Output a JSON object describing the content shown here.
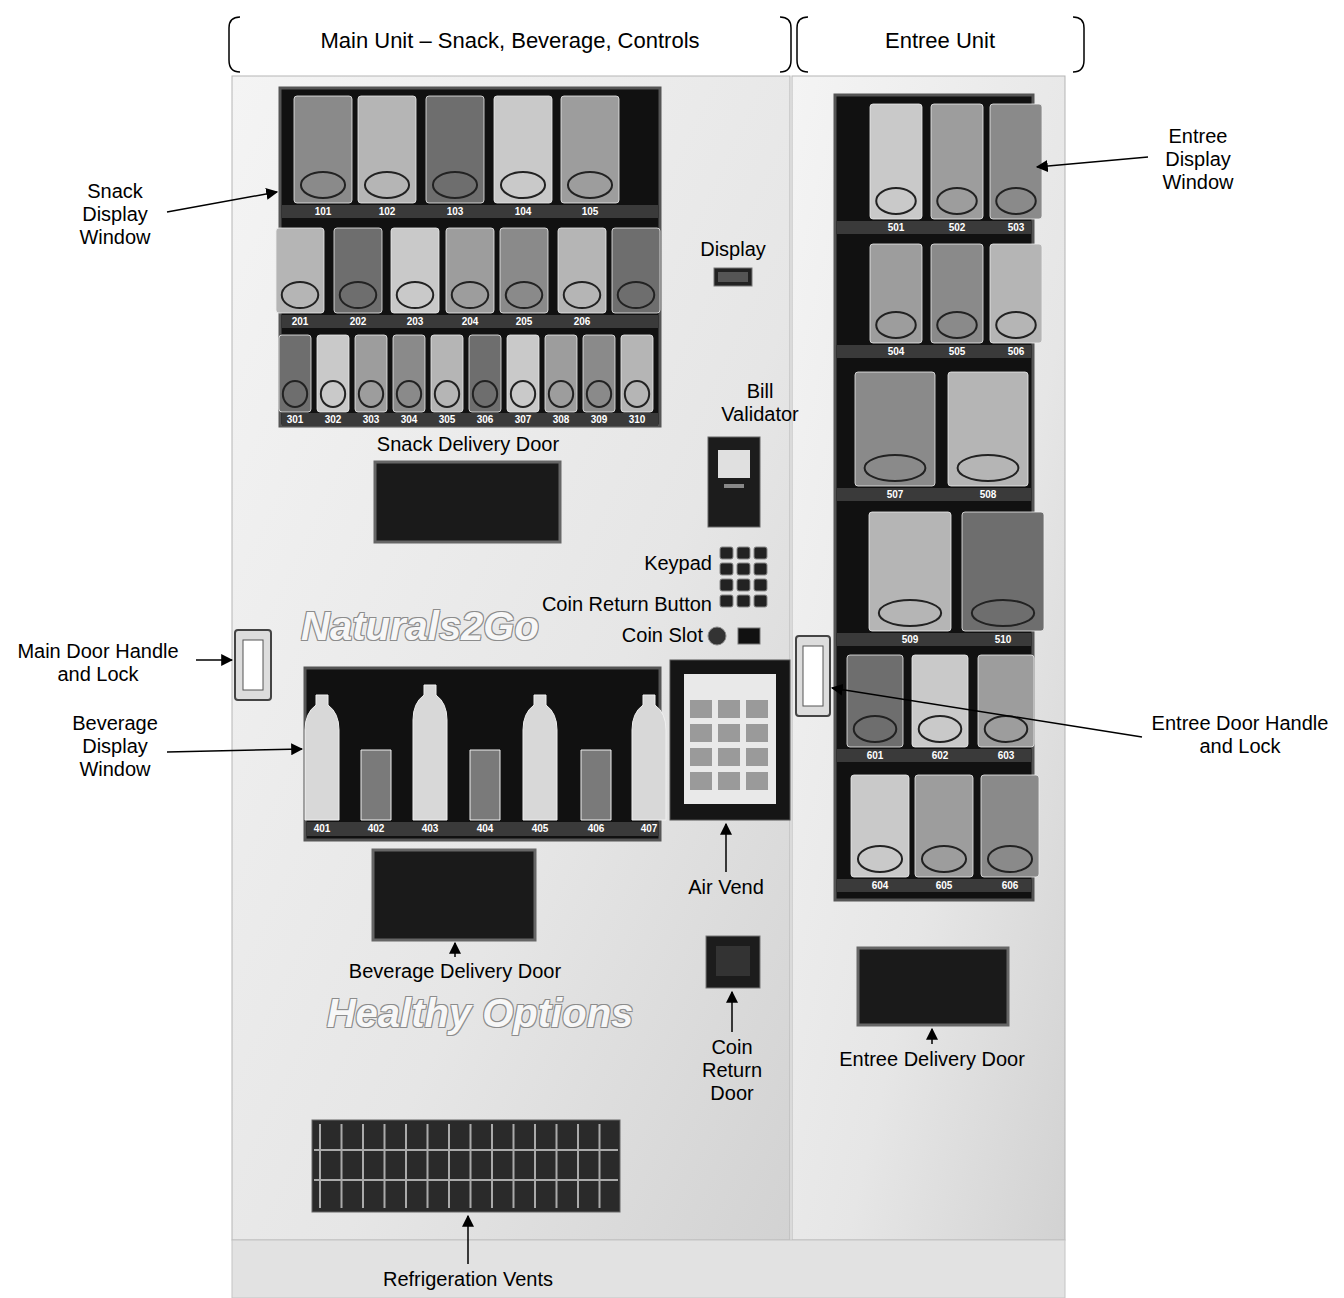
{
  "diagram": {
    "labels": [
      "Main Unit – Snack, Beverage, Controls",
      "Entree Unit",
      "Snack Display Window",
      "Entree Display Window",
      "Display",
      "Bill Validator",
      "Snack Delivery Door",
      "Keypad",
      "Coin Return Button",
      "Coin Slot",
      "Main Door Handle and Lock",
      "Entree Door Handle and Lock",
      "Beverage Display Window",
      "Air Vend",
      "Beverage Delivery Door",
      "Coin Return Door",
      "Entree Delivery Door",
      "Refrigeration Vents",
      "Naturals2Go",
      "Healthy Options",
      "101",
      "102",
      "103",
      "104",
      "105",
      "201",
      "202",
      "203",
      "204",
      "205",
      "206",
      "301",
      "302",
      "303",
      "304",
      "305",
      "306",
      "307",
      "308",
      "309",
      "310",
      "401",
      "402",
      "403",
      "404",
      "405",
      "406",
      "407",
      "501",
      "502",
      "503",
      "504",
      "505",
      "506",
      "507",
      "508",
      "509",
      "510",
      "601",
      "602",
      "603",
      "604",
      "605",
      "606"
    ]
  }
}
